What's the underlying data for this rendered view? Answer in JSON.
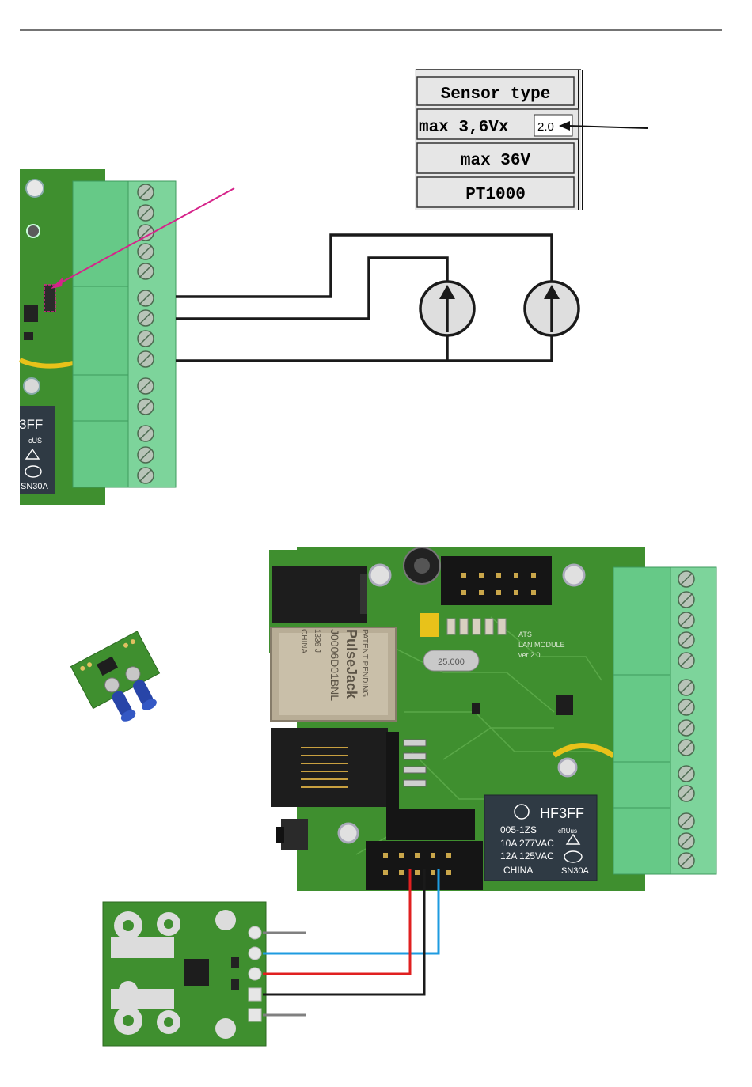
{
  "sensor_panel": {
    "title": "Sensor type",
    "option_voltage_label": "max 3,6Vx",
    "multiplier_value": "2.0",
    "option_36v": "max 36V",
    "option_pt1000": "PT1000"
  },
  "relay": {
    "model": "HF3FF",
    "part": "005-1ZS",
    "rating_1": "10A 277VAC",
    "rating_2": "12A 125VAC",
    "origin": "CHINA",
    "cert_code": "SN30A",
    "mark_ul": "cRUus",
    "mark_cqc": "CQC",
    "partial_top": "3FF",
    "partial_ul": "cUS"
  },
  "ethernet_jack": {
    "lines": [
      "PATENT PENDING",
      "PulseJack",
      "J0006D01BNL",
      "1336 J",
      "CHINA"
    ]
  },
  "board": {
    "silk_name": "ATS",
    "silk_module": "LAN MODULE",
    "silk_version": "ver 2.0",
    "crystal": "25.000"
  },
  "wires": {
    "signal_color": "#1a1a1a",
    "red": "#e02020",
    "blue": "#1e9be0",
    "gray": "#808080",
    "pointer": "#d6248a"
  },
  "colors": {
    "pcb": "#3f8f2f",
    "terminal": "#66c987",
    "panel": "#e8e8e8"
  }
}
